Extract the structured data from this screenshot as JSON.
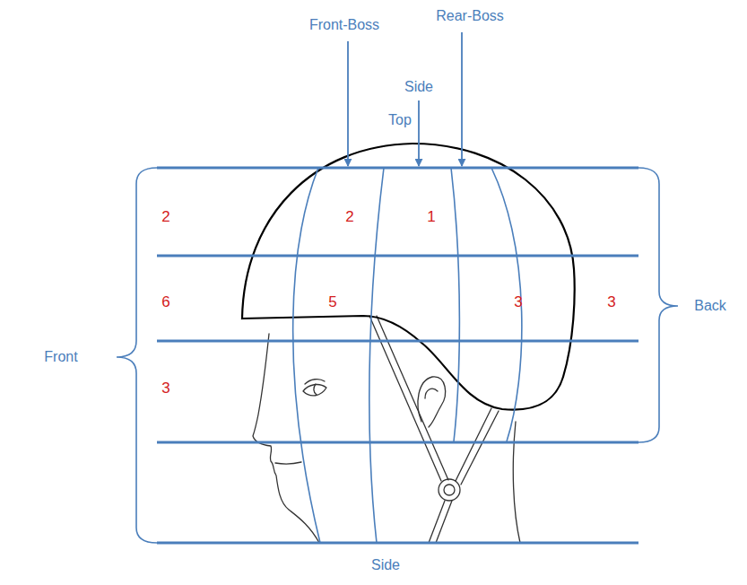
{
  "diagram": {
    "labels": [
      "Front-Boss",
      "Rear-Boss",
      "Side",
      "Top",
      "2",
      "2",
      "1",
      "6",
      "5",
      "3",
      "3",
      "Back",
      "Front",
      "3",
      "Side"
    ]
  }
}
